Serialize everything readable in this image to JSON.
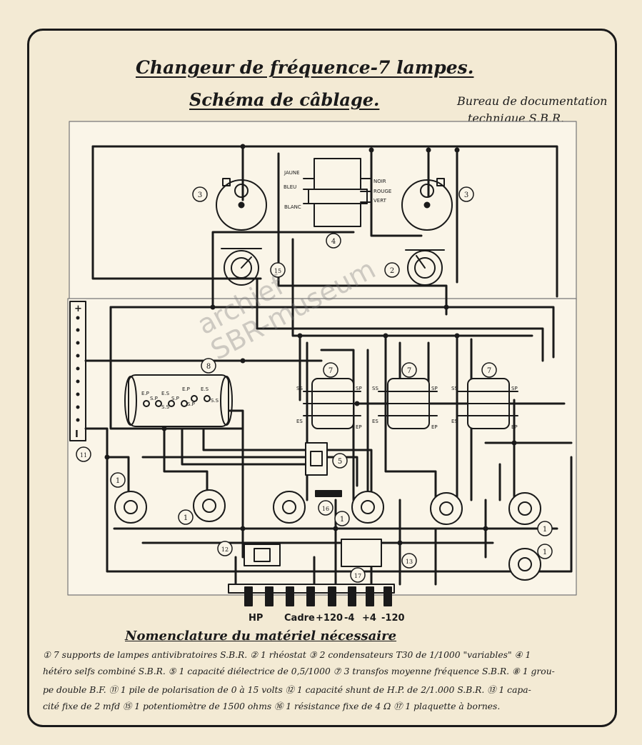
{
  "header": {
    "title_line1": "Changeur de fréquence-7 lampes.",
    "title_line2": "Schéma de câblage.",
    "bureau_line1": "Bureau de documentation",
    "bureau_line2": "technique S.B.R."
  },
  "watermark": {
    "line1": "archief",
    "line2": "SBR-museum"
  },
  "labels": {
    "wire_left": [
      "JAUNE",
      "BLEU",
      "BLANC"
    ],
    "wire_right": [
      "NOIR",
      "ROUGE",
      "VERT"
    ],
    "battery_plus": "+",
    "battery_minus": "I",
    "ep": "EP",
    "es": "ES",
    "sp": "SP",
    "ss": "SS",
    "transfo_group": [
      "E.P",
      "E.S",
      "E.P",
      "E.S",
      "S.P",
      "S.P",
      "S.S",
      "S.P",
      "S.S"
    ]
  },
  "callouts": {
    "n1": "1",
    "n2": "2",
    "n3": "3",
    "n4": "4",
    "n5": "5",
    "n7": "7",
    "n8": "8",
    "n11": "11",
    "n12": "12",
    "n13": "13",
    "n15": "15",
    "n16": "16",
    "n17": "17"
  },
  "terminals": [
    "HP",
    "Cadre",
    "+120",
    "-4",
    "+4",
    "-120"
  ],
  "nomenclature": {
    "title": "Nomenclature du matériel nécessaire",
    "lines": [
      "① 7 supports de lampes antivibratoires S.B.R.   ② 1 rhéostat   ③ 2 condensateurs T30 de 1/1000 \"variables\"   ④ 1",
      "hétéro selfs combiné S.B.R.   ⑤ 1 capacité diélectrice de 0,5/1000   ⑦ 3 transfos moyenne fréquence S.B.R.   ⑧ 1 grou-",
      "pe double B.F.   ⑪ 1 pile de polarisation de 0 à 15 volts   ⑫ 1 capacité shunt de H.P. de 2/1.000 S.B.R.   ⑬ 1 capa-",
      "cité fixe de 2 mfd   ⑮ 1 potentiomètre de 1500 ohms   ⑯ 1 résistance fixe de 4 Ω   ⑰ 1 plaquette à bornes."
    ]
  },
  "colors": {
    "ink": "#1a1a1a",
    "paper": "#f3ead4",
    "panel": "#faf5e8"
  }
}
